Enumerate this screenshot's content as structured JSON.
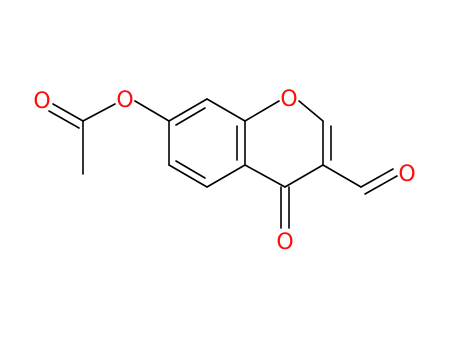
{
  "molecule": {
    "atoms": {
      "o_ring": {
        "label": "O",
        "color": "#ff0d0d"
      },
      "o_ester": {
        "label": "O",
        "color": "#ff0d0d"
      },
      "o_carbonyl_ester": {
        "label": "O",
        "color": "#ff0d0d"
      },
      "o_ketone": {
        "label": "O",
        "color": "#ff0d0d"
      },
      "o_aldehyde": {
        "label": "O",
        "color": "#ff0d0d"
      }
    },
    "bond_color": "#000000"
  }
}
